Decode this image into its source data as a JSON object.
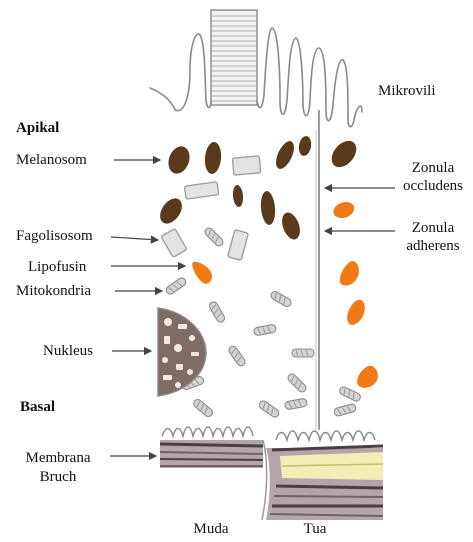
{
  "labels": {
    "mikrovili": "Mikrovili",
    "apikal": "Apikal",
    "melanosom": "Melanosom",
    "zonula_occludens_1": "Zonula",
    "zonula_occludens_2": "occludens",
    "zonula_adherens_1": "Zonula",
    "zonula_adherens_2": "adherens",
    "fagolisosom": "Fagolisosom",
    "lipofusin": "Lipofusin",
    "mitokondria": "Mitokondria",
    "nukleus": "Nukleus",
    "basal": "Basal",
    "membrana_1": "Membrana",
    "membrana_2": "Bruch",
    "muda": "Muda",
    "tua": "Tua"
  },
  "colors": {
    "melanosome": "#5a3a1c",
    "lipofuscin": "#f07a16",
    "nucleus_fill": "#7e6d66",
    "nucleus_chromatin": "#f1e9e4",
    "outline": "#8c8c8c",
    "mitochondria": "#d4d4d4",
    "phagolysosome": "#e3e3e3",
    "bruch_layer_dark": "#4a3f42",
    "bruch_layer_mid": "#b4a6a8",
    "bruch_layer_yellow": "#f3eeb8",
    "arrow": "#444444"
  }
}
